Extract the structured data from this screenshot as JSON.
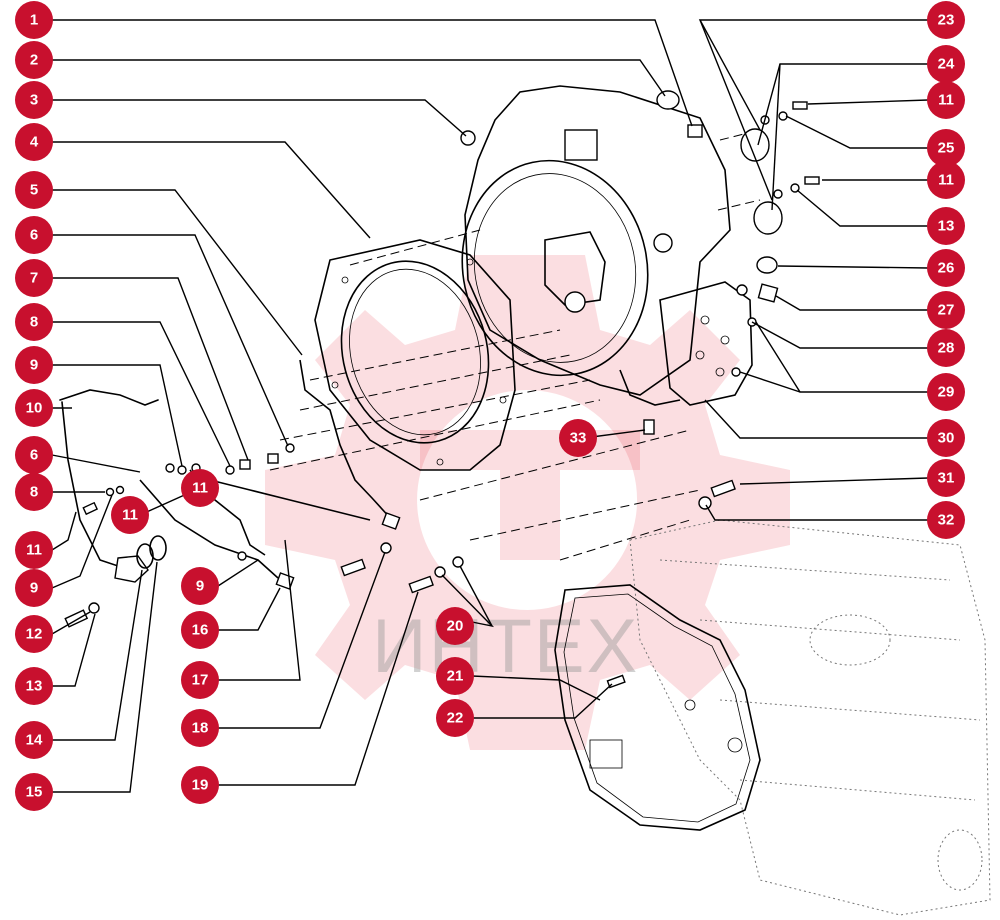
{
  "watermark": {
    "text": "ИНТЕХ",
    "color": "#e0001b"
  },
  "callout_color": "#c8102e",
  "callouts_left": [
    "1",
    "2",
    "3",
    "4",
    "5",
    "6",
    "7",
    "8",
    "9",
    "10",
    "6",
    "8",
    "11",
    "11",
    "9",
    "12",
    "13",
    "14",
    "15"
  ],
  "callouts_middle": [
    "11",
    "9",
    "16",
    "17",
    "18",
    "19",
    "33",
    "20",
    "21",
    "22"
  ],
  "callouts_right": [
    "23",
    "24",
    "11",
    "25",
    "11",
    "13",
    "26",
    "27",
    "28",
    "29",
    "30",
    "31",
    "32"
  ]
}
